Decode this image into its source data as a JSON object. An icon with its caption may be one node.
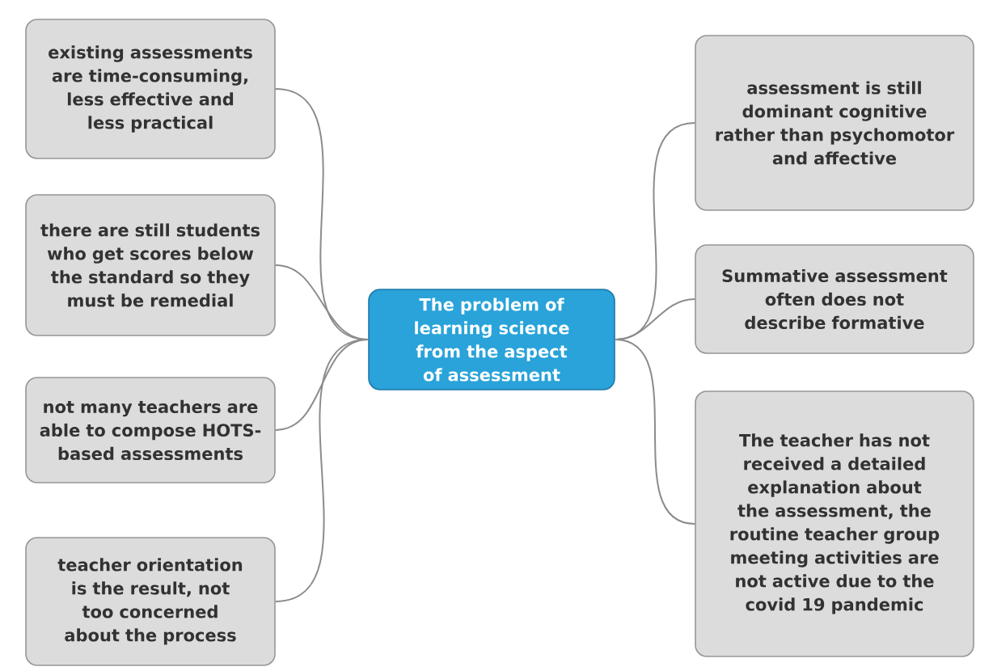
{
  "diagram": {
    "nodes": [
      {
        "text": [
          "The problem of learning science from the aspect of assessment"
        ]
      },
      {
        "text": [
          "existing assessments are time-consuming, less effective and less practical"
        ]
      },
      {
        "text": [
          "there are still students who get scores below the standard so they must be remedial"
        ]
      },
      {
        "text": [
          "not many teachers are able to compose HOTS-based assessments"
        ]
      },
      {
        "text": [
          "teacher orientation is the result, not too concerned about the process"
        ]
      },
      {
        "text": [
          "assessment is still dominant cognitive rather than psychomotor and affective"
        ]
      },
      {
        "text": [
          "Summative assessment often does not describe formative"
        ]
      },
      {
        "text": [
          "The teacher has not received a detailed explanation about the assessment, the routine teacher group meeting activities are not active due to the covid 19 pandemic"
        ]
      }
    ],
    "edges": [
      {
        "from": 0,
        "to": 1,
        "arrow": "none"
      },
      {
        "from": 0,
        "to": 2,
        "arrow": "none"
      },
      {
        "from": 0,
        "to": 3,
        "arrow": "none"
      },
      {
        "from": 0,
        "to": 4,
        "arrow": "none"
      },
      {
        "from": 0,
        "to": 5,
        "arrow": "none"
      },
      {
        "from": 0,
        "to": 6,
        "arrow": "none"
      },
      {
        "from": 0,
        "to": 7,
        "arrow": "none"
      }
    ]
  }
}
